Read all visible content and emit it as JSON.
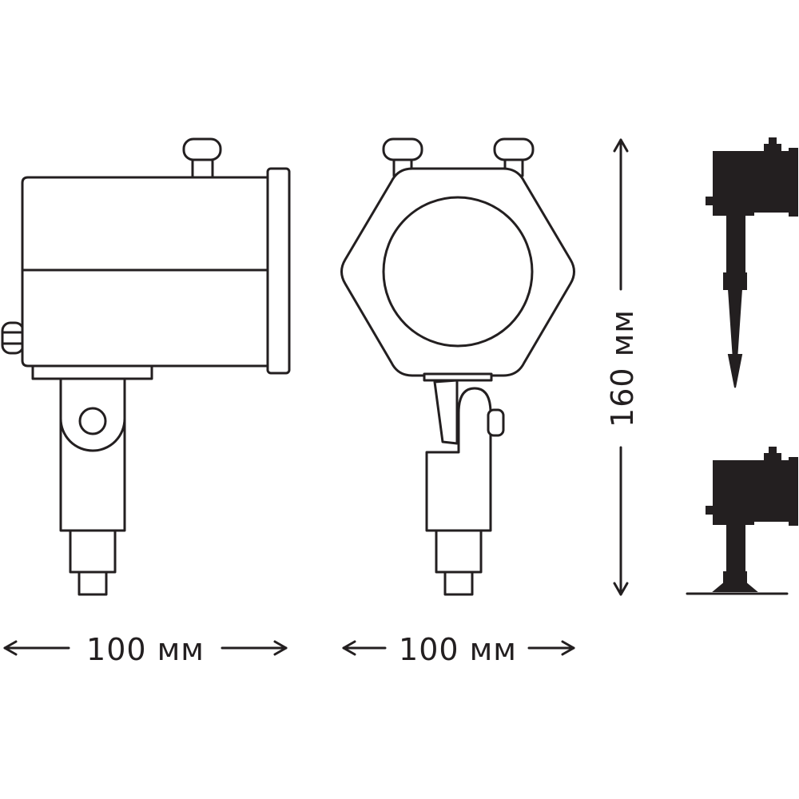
{
  "dimensions": {
    "side_view_width": "100 мм",
    "front_view_width": "100 мм",
    "height": "160 мм"
  },
  "colors": {
    "line": "#231f20",
    "background": "#ffffff"
  }
}
